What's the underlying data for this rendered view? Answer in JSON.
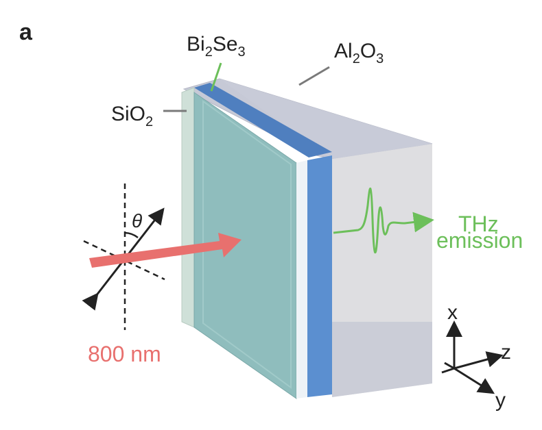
{
  "panel_label": "a",
  "labels": {
    "bi2se3": {
      "main": "Bi",
      "sub1": "2",
      "mid": "Se",
      "sub2": "3"
    },
    "al2o3": {
      "main": "Al",
      "sub1": "2",
      "mid": "O",
      "sub2": "3"
    },
    "sio2": {
      "main": "SiO",
      "sub1": "2"
    },
    "theta": "θ",
    "thz_line1": "THz",
    "thz_line2": "emission",
    "wavelength": "800 nm",
    "axis_x": "x",
    "axis_z": "z",
    "axis_y": "y"
  },
  "colors": {
    "bi2se3": "#5b8fd0",
    "sio2": "#cfe0d8",
    "substrate_front": "#8fbdbd",
    "al2o3": "#c9ccd8",
    "laser": "#e8706e",
    "thz": "#6cbf5a",
    "text": "#222222"
  }
}
